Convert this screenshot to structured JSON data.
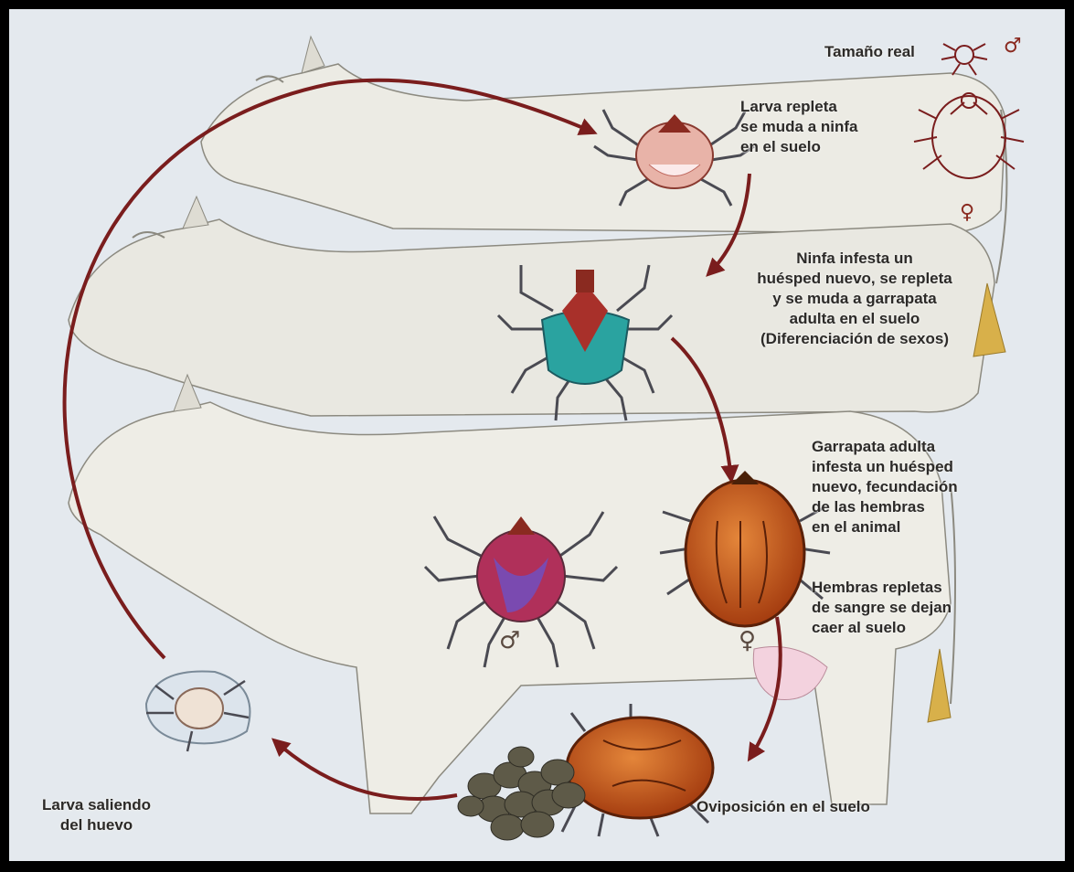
{
  "labels": {
    "real_size": "Tamaño real",
    "larva_repleta": "Larva repleta\nse muda a ninfa\nen el suelo",
    "ninfa": "Ninfa infesta un\nhuésped nuevo, se repleta\ny se muda a garrapata\nadulta en el suelo\n(Diferenciación de sexos)",
    "adulta": "Garrapata adulta\ninfesta un huésped\nnuevo, fecundación\nde las hembras\nen el animal",
    "hembras": "Hembras repletas\nde sangre se dejan\ncaer al suelo",
    "oviposicion": "Oviposición en el suelo",
    "larva_huevo": "Larva saliendo\ndel huevo"
  },
  "symbols": {
    "male": "♂",
    "female": "♀"
  },
  "colors": {
    "background": "#e4e9ee",
    "frame": "#000000",
    "arrow": "#7a1d1d",
    "cow": "#ecebe4",
    "female_tick": "#c4561a",
    "nymph_tick": "#2aa3a0",
    "male_tick": "#b0305a"
  }
}
